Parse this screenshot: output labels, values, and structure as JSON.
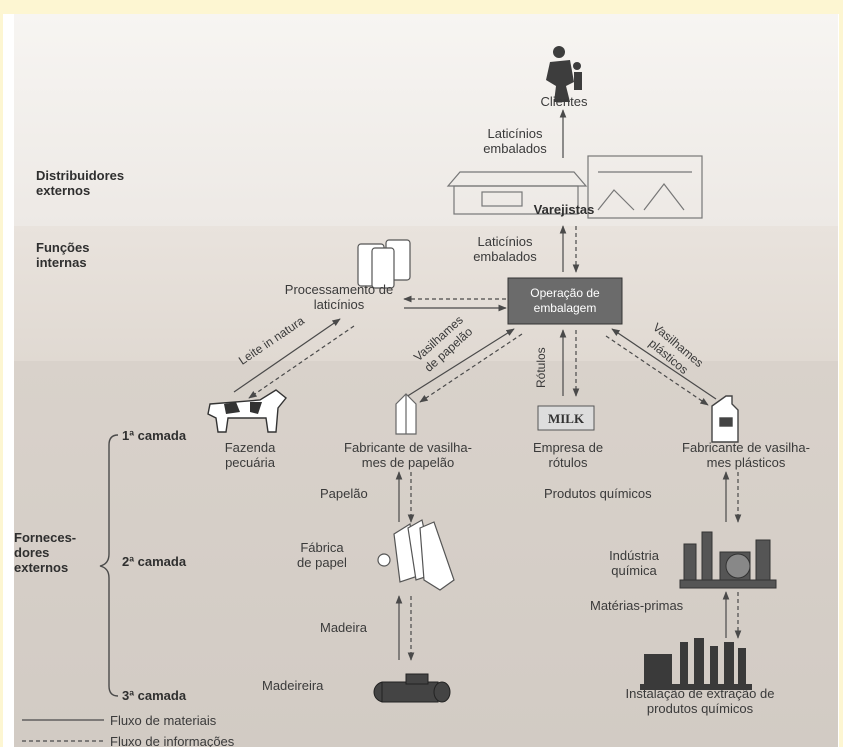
{
  "sections": {
    "external_distributors": "Distribuidores\nexternos",
    "internal_functions": "Funções\ninternas",
    "external_suppliers": "Forneces-\ndores\nexternos"
  },
  "tiers": {
    "first": "1ª camada",
    "second": "2ª camada",
    "third": "3ª camada"
  },
  "nodes": {
    "clientes": "Clientes",
    "varejistas": "Varejistas",
    "processamento": "Processamento de\nlaticínios",
    "operacao": "Operação de\nembalagem",
    "fazenda": "Fazenda\npecuária",
    "fab_papelao": "Fabricante de vasilha-\nmes de papelão",
    "empresa_rotulos": "Empresa de\nrótulos",
    "fab_plasticos": "Fabricante de vasilha-\nmes plásticos",
    "fabrica_papel": "Fábrica\nde papel",
    "industria_quimica": "Indústria\nquímica",
    "madeireira": "Madeireira",
    "instalacao": "Instalação de extração de\nprodutos químicos"
  },
  "flows": {
    "lat_emb_top": "Laticínios\nembalados",
    "lat_emb_mid": "Laticínios\nembalados",
    "leite": "Leite in natura",
    "vas_papelao": "Vasilhames\nde papelão",
    "rotulos": "Rótulos",
    "vas_plasticos": "Vasilhames\nplásticos",
    "papelao": "Papelão",
    "madeira": "Madeira",
    "prod_quimicos": "Produtos químicos",
    "materias_primas": "Matérias-primas"
  },
  "icons": {
    "milk_label": "MILK"
  },
  "legend": {
    "materials": "Fluxo de materiais",
    "information": "Fluxo de informações"
  },
  "colors": {
    "background": "#fdf6d2",
    "band_top": "#f4f1ee",
    "band_mid": "#e6dfd8",
    "band_bottom": "#d8d1ca",
    "box": "#6b6b6b",
    "line": "#4a4a4a"
  }
}
